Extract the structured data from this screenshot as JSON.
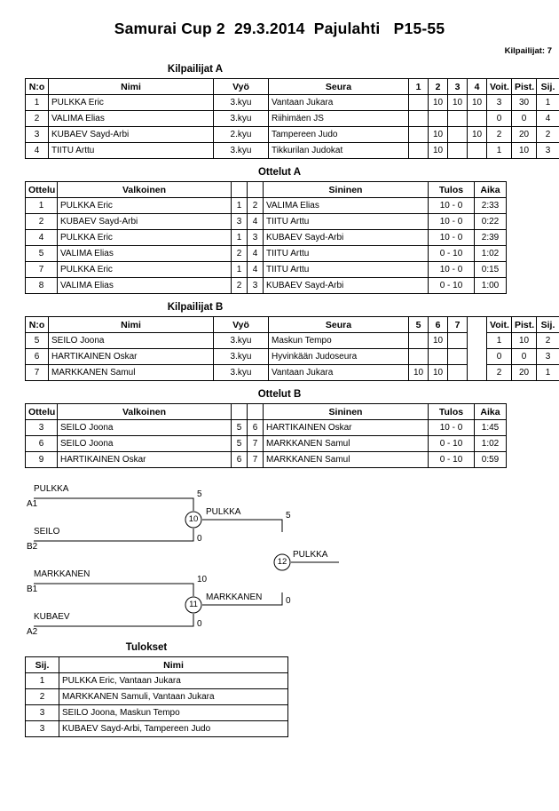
{
  "header": {
    "title": "Samurai Cup 2  29.3.2014  Pajulahti   P15-55",
    "competitor_count_label": "Kilpailijat: 7"
  },
  "pool_a": {
    "caption": "Kilpailijat A",
    "columns": [
      "N:o",
      "Nimi",
      "Vyö",
      "Seura",
      "1",
      "2",
      "3",
      "4",
      "Voit.",
      "Pist.",
      "Sij."
    ],
    "rows": [
      {
        "no": "1",
        "name": "PULKKA Eric",
        "belt": "3.kyu",
        "club": "Vantaan Jukara",
        "m": [
          "",
          "10",
          "10",
          "10"
        ],
        "wins": "3",
        "points": "30",
        "rank": "1"
      },
      {
        "no": "2",
        "name": "VALIMA Elias",
        "belt": "3.kyu",
        "club": "Riihimäen JS",
        "m": [
          "",
          "",
          "",
          ""
        ],
        "wins": "0",
        "points": "0",
        "rank": "4"
      },
      {
        "no": "3",
        "name": "KUBAEV Sayd-Arbi",
        "belt": "2.kyu",
        "club": "Tampereen Judo",
        "m": [
          "",
          "10",
          "",
          "10"
        ],
        "wins": "2",
        "points": "20",
        "rank": "2"
      },
      {
        "no": "4",
        "name": "TIITU Arttu",
        "belt": "3.kyu",
        "club": "Tikkurilan Judokat",
        "m": [
          "",
          "10",
          "",
          ""
        ],
        "wins": "1",
        "points": "10",
        "rank": "3"
      }
    ]
  },
  "matches_a": {
    "caption": "Ottelut A",
    "columns": [
      "Ottelu",
      "Valkoinen",
      "",
      "",
      "Sininen",
      "Tulos",
      "Aika"
    ],
    "rows": [
      {
        "bout": "1",
        "white": "PULKKA Eric",
        "wn": "1",
        "bn": "2",
        "blue": "VALIMA Elias",
        "result": "10 - 0",
        "time": "2:33"
      },
      {
        "bout": "2",
        "white": "KUBAEV Sayd-Arbi",
        "wn": "3",
        "bn": "4",
        "blue": "TIITU Arttu",
        "result": "10 - 0",
        "time": "0:22"
      },
      {
        "bout": "4",
        "white": "PULKKA Eric",
        "wn": "1",
        "bn": "3",
        "blue": "KUBAEV Sayd-Arbi",
        "result": "10 - 0",
        "time": "2:39"
      },
      {
        "bout": "5",
        "white": "VALIMA Elias",
        "wn": "2",
        "bn": "4",
        "blue": "TIITU Arttu",
        "result": "0 - 10",
        "time": "1:02"
      },
      {
        "bout": "7",
        "white": "PULKKA Eric",
        "wn": "1",
        "bn": "4",
        "blue": "TIITU Arttu",
        "result": "10 - 0",
        "time": "0:15"
      },
      {
        "bout": "8",
        "white": "VALIMA Elias",
        "wn": "2",
        "bn": "3",
        "blue": "KUBAEV Sayd-Arbi",
        "result": "0 - 10",
        "time": "1:00"
      }
    ]
  },
  "pool_b": {
    "caption": "Kilpailijat B",
    "columns": [
      "N:o",
      "Nimi",
      "Vyö",
      "Seura",
      "5",
      "6",
      "7",
      "Voit.",
      "Pist.",
      "Sij."
    ],
    "rows": [
      {
        "no": "5",
        "name": "SEILO Joona",
        "belt": "3.kyu",
        "club": "Maskun Tempo",
        "m": [
          "",
          "10",
          ""
        ],
        "wins": "1",
        "points": "10",
        "rank": "2"
      },
      {
        "no": "6",
        "name": "HARTIKAINEN Oskar",
        "belt": "3.kyu",
        "club": "Hyvinkään Judoseura",
        "m": [
          "",
          "",
          ""
        ],
        "wins": "0",
        "points": "0",
        "rank": "3"
      },
      {
        "no": "7",
        "name": "MARKKANEN Samul",
        "belt": "3.kyu",
        "club": "Vantaan Jukara",
        "m": [
          "10",
          "10",
          ""
        ],
        "wins": "2",
        "points": "20",
        "rank": "1"
      }
    ]
  },
  "matches_b": {
    "caption": "Ottelut B",
    "columns": [
      "Ottelu",
      "Valkoinen",
      "",
      "",
      "Sininen",
      "Tulos",
      "Aika"
    ],
    "rows": [
      {
        "bout": "3",
        "white": "SEILO Joona",
        "wn": "5",
        "bn": "6",
        "blue": "HARTIKAINEN Oskar",
        "result": "10 - 0",
        "time": "1:45"
      },
      {
        "bout": "6",
        "white": "SEILO Joona",
        "wn": "5",
        "bn": "7",
        "blue": "MARKKANEN Samul",
        "result": "0 - 10",
        "time": "1:02"
      },
      {
        "bout": "9",
        "white": "HARTIKAINEN Oskar",
        "wn": "6",
        "bn": "7",
        "blue": "MARKKANEN Samul",
        "result": "0 - 10",
        "time": "0:59"
      }
    ]
  },
  "bracket": {
    "entrants": [
      {
        "name": "PULKKA",
        "seed": "A1"
      },
      {
        "name": "SEILO",
        "seed": "B2"
      },
      {
        "name": "MARKKANEN",
        "seed": "B1"
      },
      {
        "name": "KUBAEV",
        "seed": "A2"
      }
    ],
    "semifinals": [
      {
        "number": "10",
        "winner": "PULKKA",
        "top_score": "5",
        "bottom_score": "0"
      },
      {
        "number": "11",
        "winner": "MARKKANEN",
        "top_score": "10",
        "bottom_score": "0"
      }
    ],
    "final": {
      "number": "12",
      "winner": "PULKKA",
      "top_score": "5",
      "bottom_score": "0"
    }
  },
  "results": {
    "caption": "Tulokset",
    "columns": [
      "Sij.",
      "Nimi"
    ],
    "rows": [
      {
        "pos": "1",
        "name": "PULKKA Eric, Vantaan Jukara"
      },
      {
        "pos": "2",
        "name": "MARKKANEN Samuli, Vantaan Jukara"
      },
      {
        "pos": "3",
        "name": "SEILO Joona, Maskun Tempo"
      },
      {
        "pos": "3",
        "name": "KUBAEV Sayd-Arbi, Tampereen Judo"
      }
    ]
  }
}
